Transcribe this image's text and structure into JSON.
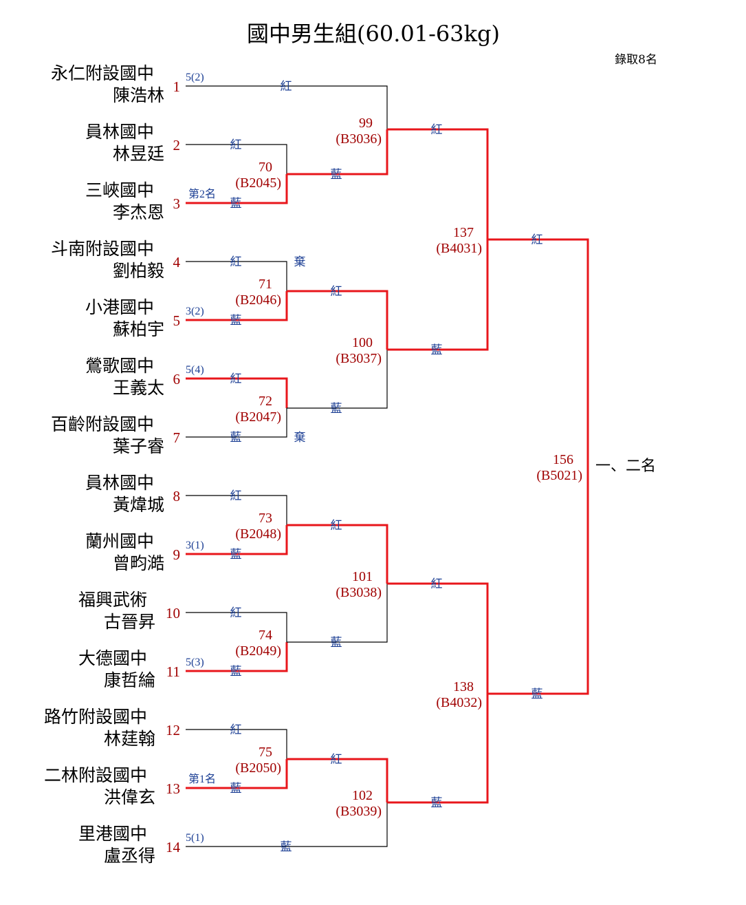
{
  "title": "國中男生組(60.01-63kg)",
  "quota": "錄取8名",
  "colors": {
    "red_line": "#e8161b",
    "match_text": "#a00000",
    "corner_text": "#1c3f94"
  },
  "competitors": [
    {
      "seed": "1",
      "school": "永仁附設國中",
      "name": "陳浩林",
      "note": "5(2)"
    },
    {
      "seed": "2",
      "school": "員林國中",
      "name": "林昱廷",
      "note": ""
    },
    {
      "seed": "3",
      "school": "三峽國中",
      "name": "李杰恩",
      "note": "第2名"
    },
    {
      "seed": "4",
      "school": "斗南附設國中",
      "name": "劉柏毅",
      "note": ""
    },
    {
      "seed": "5",
      "school": "小港國中",
      "name": "蘇柏宇",
      "note": "3(2)"
    },
    {
      "seed": "6",
      "school": "鶯歌國中",
      "name": "王義太",
      "note": "5(4)"
    },
    {
      "seed": "7",
      "school": "百齡附設國中",
      "name": "葉子睿",
      "note": ""
    },
    {
      "seed": "8",
      "school": "員林國中",
      "name": "黃煒城",
      "note": ""
    },
    {
      "seed": "9",
      "school": "蘭州國中",
      "name": "曾畇澔",
      "note": "3(1)"
    },
    {
      "seed": "10",
      "school": "福興武術",
      "name": "古晉昇",
      "note": ""
    },
    {
      "seed": "11",
      "school": "大德國中",
      "name": "康哲綸",
      "note": "5(3)"
    },
    {
      "seed": "12",
      "school": "路竹附設國中",
      "name": "林莛翰",
      "note": ""
    },
    {
      "seed": "13",
      "school": "二林附設國中",
      "name": "洪偉玄",
      "note": "第1名"
    },
    {
      "seed": "14",
      "school": "里港國中",
      "name": "盧丞得",
      "note": "5(1)"
    }
  ],
  "matches": [
    {
      "num": "70",
      "code": "(B2045)"
    },
    {
      "num": "71",
      "code": "(B2046)"
    },
    {
      "num": "72",
      "code": "(B2047)"
    },
    {
      "num": "73",
      "code": "(B2048)"
    },
    {
      "num": "74",
      "code": "(B2049)"
    },
    {
      "num": "75",
      "code": "(B2050)"
    },
    {
      "num": "99",
      "code": "(B3036)"
    },
    {
      "num": "100",
      "code": "(B3037)"
    },
    {
      "num": "101",
      "code": "(B3038)"
    },
    {
      "num": "102",
      "code": "(B3039)"
    },
    {
      "num": "137",
      "code": "(B4031)"
    },
    {
      "num": "138",
      "code": "(B4032)"
    },
    {
      "num": "156",
      "code": "(B5021)"
    }
  ],
  "corners": {
    "red": "紅",
    "blue": "藍"
  },
  "forfeit": "棄",
  "final_label": "一、二名"
}
